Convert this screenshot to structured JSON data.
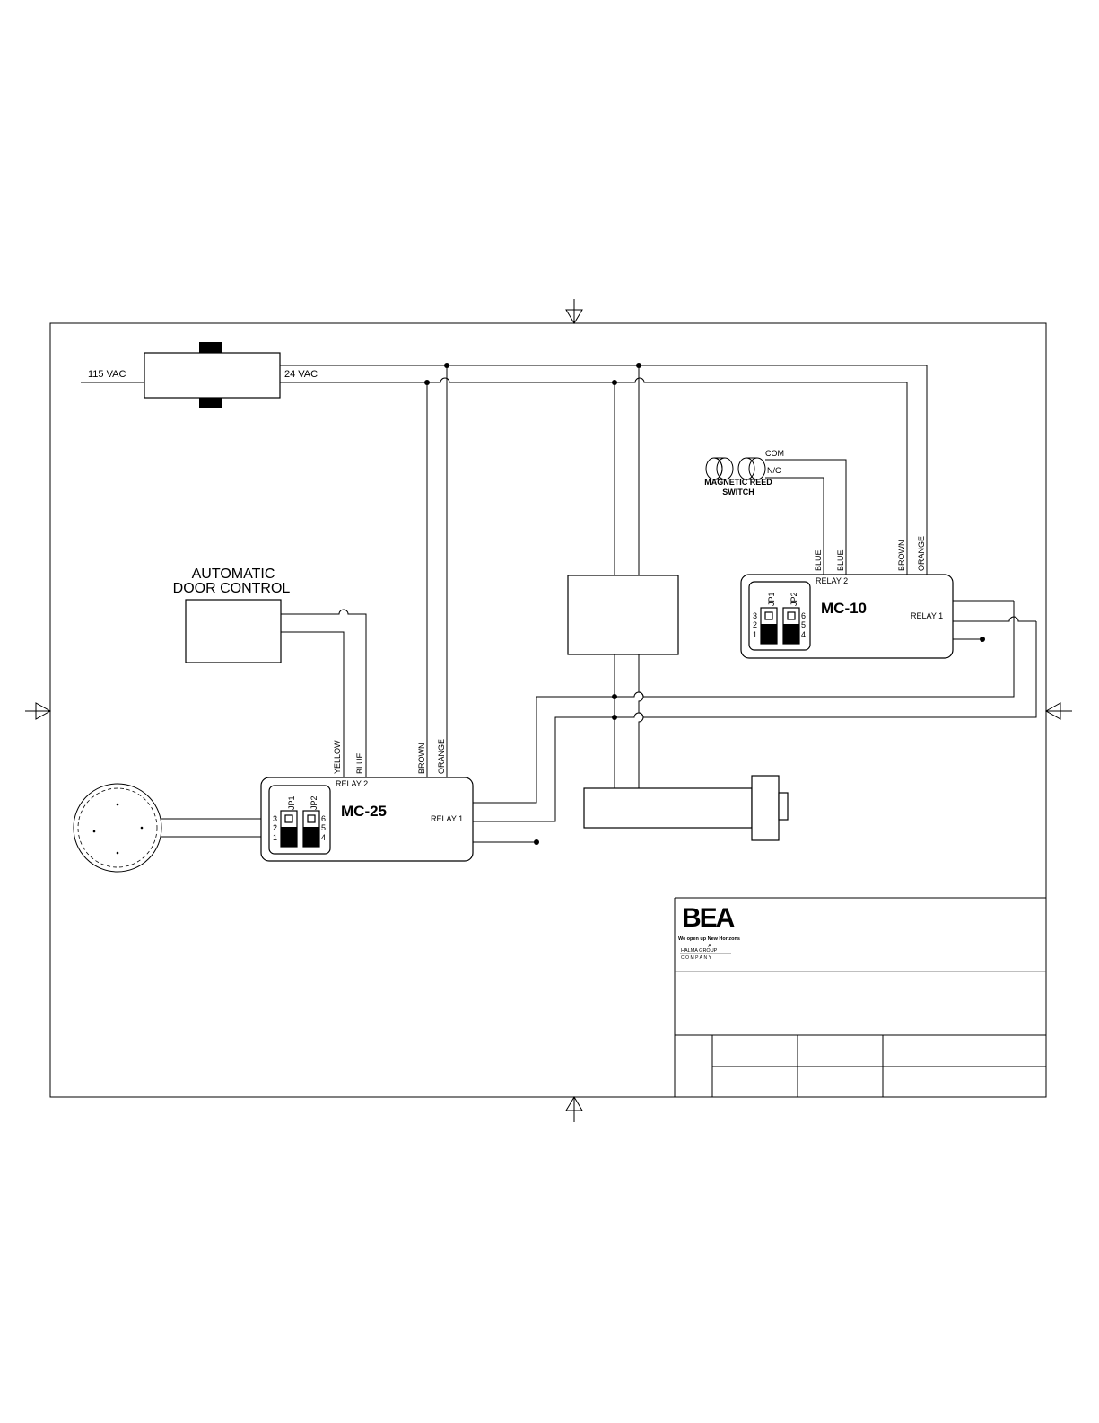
{
  "power": {
    "input_label": "115 VAC",
    "output_label": "24  VAC"
  },
  "door_control": {
    "line1": "AUTOMATIC",
    "line2": "DOOR CONTROL"
  },
  "reed_switch": {
    "com": "COM",
    "nc": "N/C",
    "line1": "MAGNETIC REED",
    "line2": "SWITCH"
  },
  "mc25": {
    "title": "MC-25",
    "relay2": "RELAY 2",
    "relay1": "RELAY 1",
    "jp1": "JP1",
    "jp2": "JP2",
    "pins_left": [
      "3",
      "2",
      "1"
    ],
    "pins_right": [
      "6",
      "5",
      "4"
    ],
    "wires": [
      "YELLOW",
      "BLUE",
      "BROWN",
      "ORANGE"
    ]
  },
  "mc10": {
    "title": "MC-10",
    "relay2": "RELAY 2",
    "relay1": "RELAY 1",
    "jp1": "JP1",
    "jp2": "JP2",
    "pins_left": [
      "3",
      "2",
      "1"
    ],
    "pins_right": [
      "6",
      "5",
      "4"
    ],
    "wires": [
      "BLUE",
      "BLUE",
      "BROWN",
      "ORANGE"
    ]
  },
  "title_block": {
    "logo": "BEA",
    "tagline": "We open up New Horizons",
    "group_line1": "A",
    "group_line2": "HALMA GROUP",
    "group_line3": "COMPANY"
  }
}
